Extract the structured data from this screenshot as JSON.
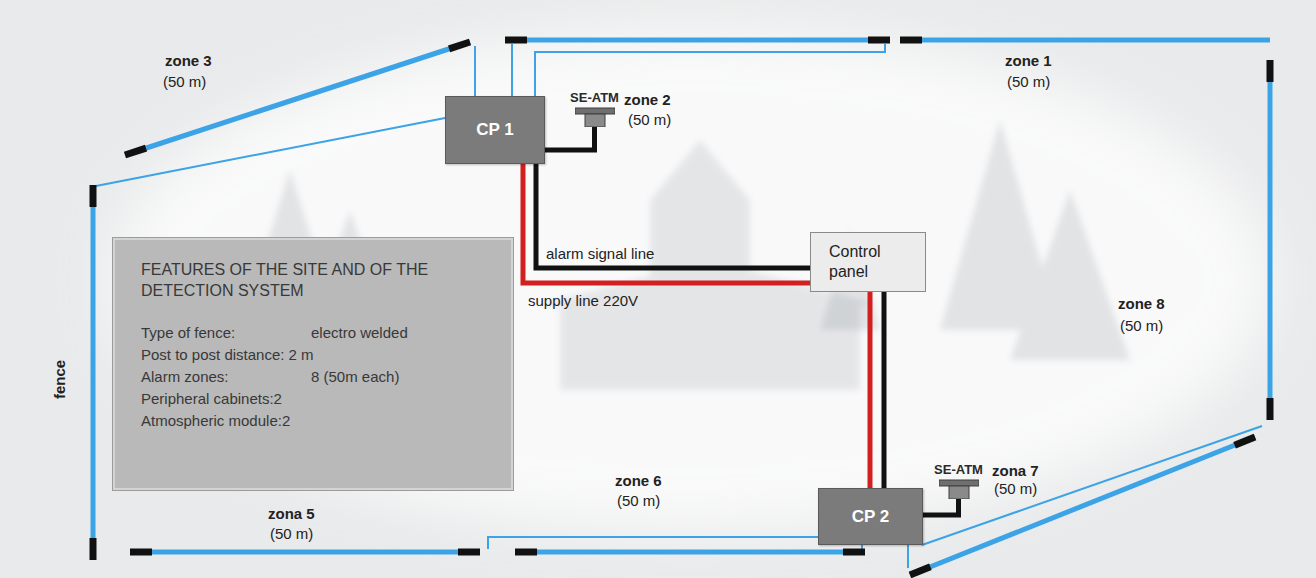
{
  "diagram": {
    "nodes": [
      {
        "text": [
          "CP 1"
        ]
      },
      {
        "text": [
          "SE-ATM"
        ]
      },
      {
        "text": [
          "Control panel"
        ]
      },
      {
        "text": [
          "FEATURES OF THE SITE AND OF THE DETECTION SYSTEM",
          "Type of fence:",
          "electro welded",
          "Post to post distance: 2 m",
          "Alarm zones:",
          "8 (50m each)",
          "Peripheral cabinets:2",
          "Atmospheric module:2"
        ]
      },
      {
        "text": [
          "CP 2"
        ]
      },
      {
        "text": [
          "SE-ATM"
        ]
      }
    ],
    "edges": [
      {
        "from": 0,
        "to": 2,
        "arrow": "none",
        "label": "alarm signal line"
      },
      {
        "from": 0,
        "to": 2,
        "arrow": "none",
        "label": "supply line 220V"
      },
      {
        "from": 2,
        "to": 4,
        "arrow": "none"
      },
      {
        "from": 2,
        "to": 4,
        "arrow": "none"
      },
      {
        "from": 0,
        "to": 1,
        "arrow": "none"
      },
      {
        "from": 4,
        "to": 5,
        "arrow": "none"
      }
    ],
    "labels": [
      "zone 3",
      "(50 m)",
      "zone 2",
      "(50 m)",
      "zone 1",
      "(50 m)",
      "fence",
      "zone 8",
      "(50 m)",
      "zona 7",
      "(50 m)",
      "zone 6",
      "(50 m)",
      "zona 5",
      "(50 m)"
    ]
  }
}
